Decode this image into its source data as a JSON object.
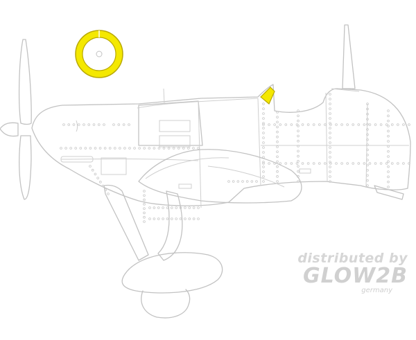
{
  "watermark": {
    "line1": "distributed by",
    "line2": "GLOW2B",
    "line3": "germany"
  },
  "colors": {
    "mask_fill": "#f4e800",
    "mask_stroke": "#b9a900",
    "outline": "#c2c2c2",
    "background": "#ffffff"
  },
  "icons": [
    "propeller-icon",
    "roundel-mask-icon",
    "canopy-window-mask-icon"
  ]
}
